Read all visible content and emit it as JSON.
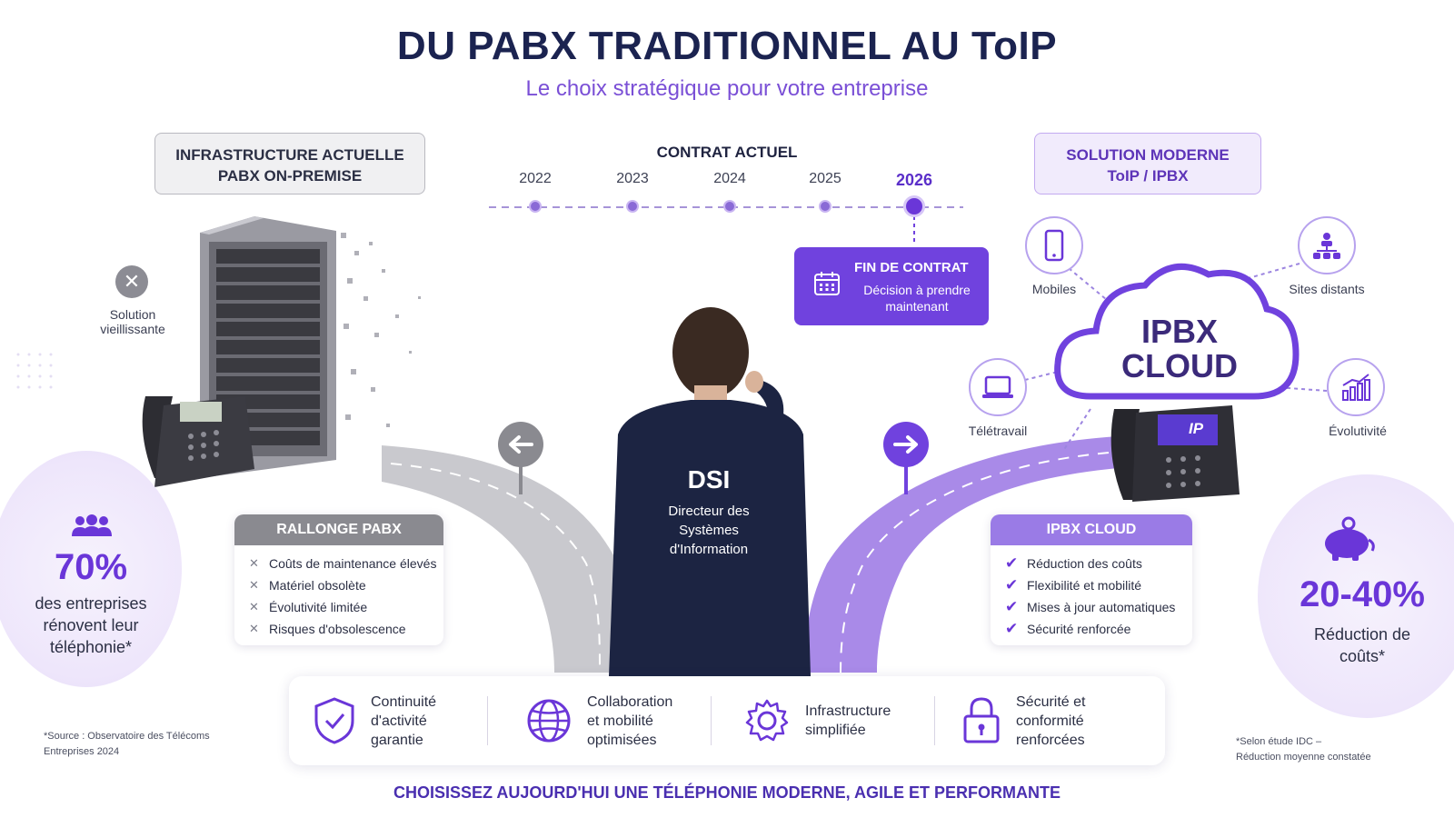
{
  "header": {
    "title": "DU PABX TRADITIONNEL AU ToIP",
    "subtitle": "Le choix stratégique pour votre entreprise"
  },
  "left_box": {
    "line1": "INFRASTRUCTURE ACTUELLE",
    "line2": "PABX ON-PREMISE"
  },
  "right_box": {
    "line1": "SOLUTION MODERNE",
    "line2": "ToIP / IPBX"
  },
  "timeline": {
    "label": "CONTRAT ACTUEL",
    "years": [
      "2022",
      "2023",
      "2024",
      "2025",
      "2026"
    ]
  },
  "fin_contrat": {
    "title": "FIN DE CONTRAT",
    "line1": "Décision à prendre",
    "line2": "maintenant"
  },
  "aging": {
    "line1": "Solution",
    "line2": "vieillissante"
  },
  "dsi": {
    "name": "DSI",
    "line1": "Directeur des",
    "line2": "Systèmes",
    "line3": "d'Information"
  },
  "cloud": {
    "line1": "IPBX",
    "line2": "CLOUD",
    "phone_badge": "IP",
    "satellites": {
      "mobiles": "Mobiles",
      "sites": "Sites distants",
      "teletravail": "Télétravail",
      "evolutivite": "Évolutivité"
    }
  },
  "rallonge_card": {
    "title": "RALLONGE PABX",
    "items": [
      "Coûts de maintenance élevés",
      "Matériel obsolète",
      "Évolutivité limitée",
      "Risques d'obsolescence"
    ]
  },
  "ipbx_card": {
    "title": "IPBX CLOUD",
    "items": [
      "Réduction des coûts",
      "Flexibilité et mobilité",
      "Mises à jour automatiques",
      "Sécurité renforcée"
    ]
  },
  "stat_left": {
    "value": "70%",
    "line1": "des entreprises",
    "line2": "rénovent leur",
    "line3": "téléphonie*"
  },
  "stat_right": {
    "value": "20-40%",
    "line1": "Réduction de",
    "line2": "coûts*"
  },
  "footnotes": {
    "left_line1": "*Source : Observatoire des Télécoms",
    "left_line2": "Entreprises 2024",
    "right_line1": "*Selon étude IDC –",
    "right_line2": "Réduction moyenne constatée"
  },
  "features": [
    {
      "line1": "Continuité",
      "line2": "d'activité",
      "line3": "garantie"
    },
    {
      "line1": "Collaboration",
      "line2": "et mobilité",
      "line3": "optimisées"
    },
    {
      "line1": "Infrastructure",
      "line2": "simplifiée"
    },
    {
      "line1": "Sécurité et",
      "line2": "conformité",
      "line3": "renforcées"
    }
  ],
  "cta": "CHOISISSEZ AUJOURD'HUI UNE TÉLÉPHONIE MODERNE, AGILE ET PERFORMANTE",
  "colors": {
    "accent": "#6a36d8",
    "navy": "#1b2350",
    "grey": "#8a8a90"
  }
}
